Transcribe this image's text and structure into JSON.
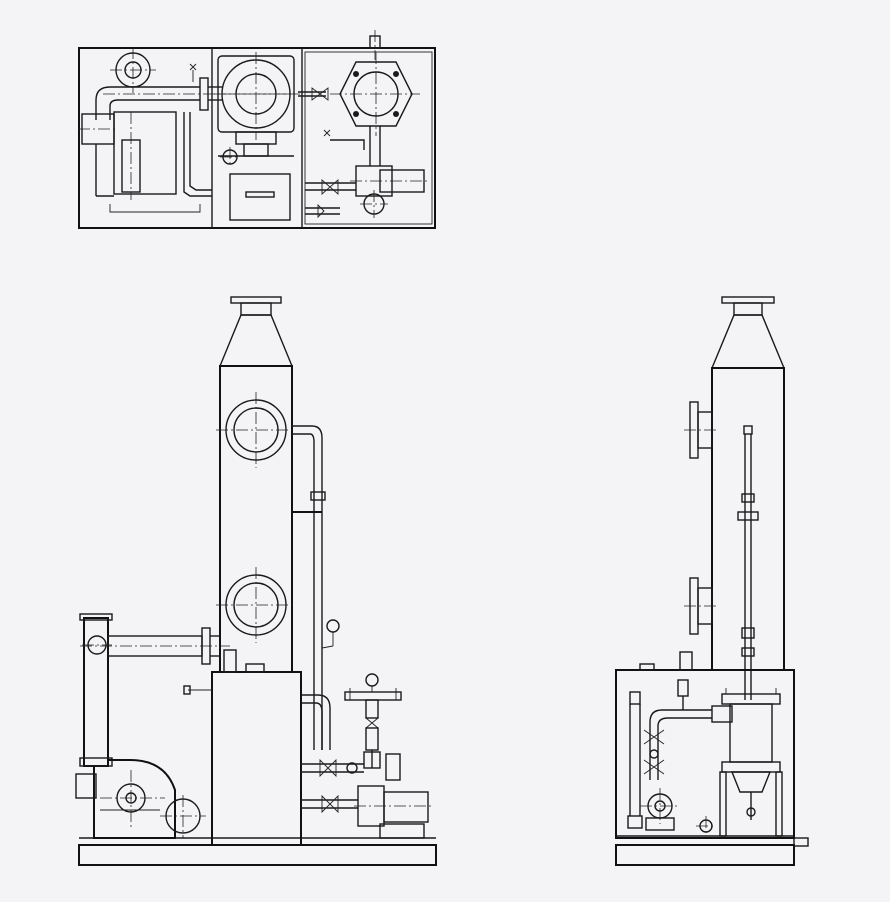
{
  "drawing": {
    "views": [
      "plan-view",
      "front-elevation",
      "side-elevation"
    ],
    "colors": {
      "background": "#f4f4f6",
      "line": "#1a1a1a"
    },
    "labels": []
  }
}
